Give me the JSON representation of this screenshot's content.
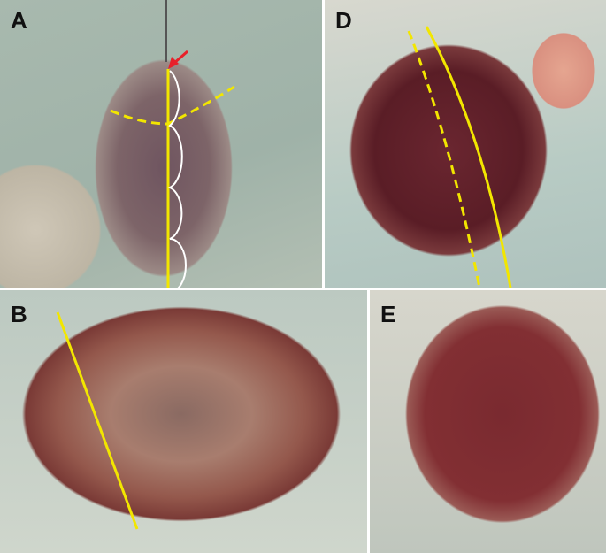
{
  "panels": [
    {
      "label": "A"
    },
    {
      "label": "D"
    },
    {
      "label": "B"
    },
    {
      "label": "E"
    }
  ],
  "colors": {
    "annotation_line": "#f2e600",
    "arrow": "#e8202a",
    "arc": "#ffffff"
  }
}
